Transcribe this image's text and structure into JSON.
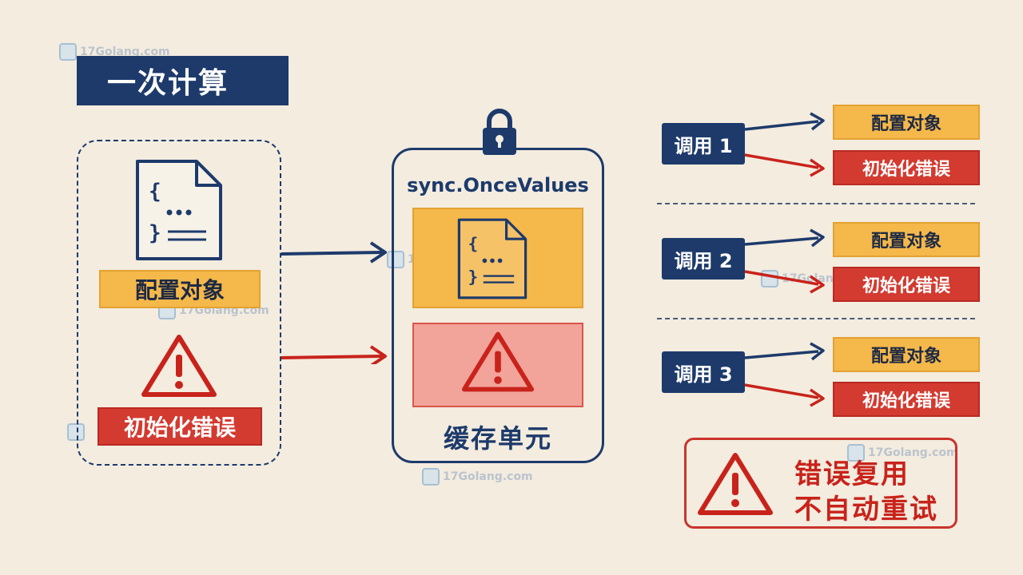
{
  "title": "一次计算",
  "left_panel": {
    "config_label": "配置对象",
    "error_label": "初始化错误"
  },
  "middle_panel": {
    "header": "sync.OnceValues",
    "footer": "缓存单元"
  },
  "calls": [
    {
      "label": "调用 1",
      "config_label": "配置对象",
      "error_label": "初始化错误"
    },
    {
      "label": "调用 2",
      "config_label": "配置对象",
      "error_label": "初始化错误"
    },
    {
      "label": "调用 3",
      "config_label": "配置对象",
      "error_label": "初始化错误"
    }
  ],
  "result": {
    "line1": "错误复用",
    "line2": "不自动重试"
  },
  "watermark": "17Golang.com",
  "colors": {
    "navy": "#1d3a6b",
    "yellow": "#f5b84a",
    "red": "#d33a30",
    "pink": "#f2a39a",
    "background": "#f3ecdf"
  }
}
